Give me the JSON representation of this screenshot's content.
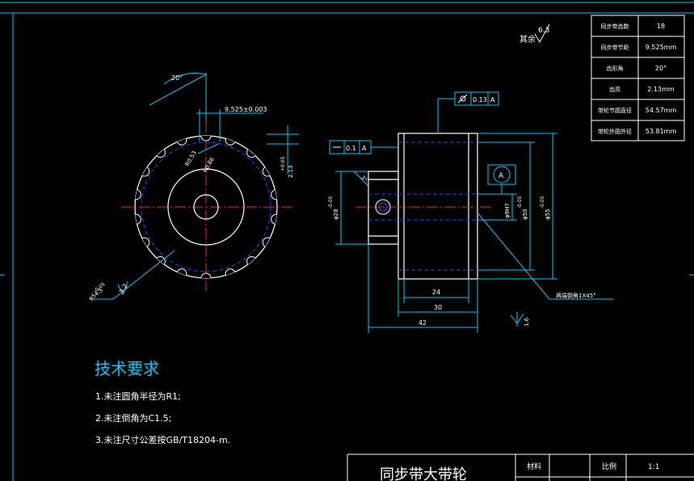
{
  "roughness_note": {
    "value": "6.3",
    "label": "其余"
  },
  "param_table": [
    {
      "name": "同步带齿数",
      "value": "18"
    },
    {
      "name": "同步带节距",
      "value": "9.525mm"
    },
    {
      "name": "齿形角",
      "value": "20°"
    },
    {
      "name": "齿高",
      "value": "2.13mm"
    },
    {
      "name": "带轮节圆直径",
      "value": "54.57mm"
    },
    {
      "name": "带轮外圆外径",
      "value": "53.81mm"
    }
  ],
  "front_view": {
    "angle_label": "20°",
    "pitch_label": "9.525±0.003",
    "tooth_height_label": "2.13",
    "tooth_height_tol": "+0.05",
    "radius_label_1": "R0.53",
    "radius_label_2": "R0.86",
    "outer_dia_label": "φ54.5",
    "outer_dia_tol": "-0.05",
    "roughness": "3.2"
  },
  "side_view": {
    "gtol_runout": {
      "tol": "0.13",
      "datum": "A"
    },
    "gtol_flat": {
      "tol": "0.1",
      "datum": "A"
    },
    "datum": "A",
    "hub_dia": "φ28",
    "hub_tol": "-0.05",
    "bore_dia": "φ9H7",
    "flange_dia": "φ50",
    "flange_tol": "-0.05",
    "outer_dia": "φ55",
    "outer_tol": "-0.05",
    "chamfer_label": "两端倒角1X45°",
    "small_label": "3°",
    "dim_24": "24",
    "dim_30": "30",
    "dim_42": "42",
    "roughness": "1.6"
  },
  "tech_requirements": {
    "title": "技术要求",
    "items": [
      "1.未注圆角半径为R1;",
      "2.未注倒角为C1.5;",
      "3.未注尺寸公差按GB/T18204-m."
    ]
  },
  "title_block": {
    "part_name": "同步带大带轮",
    "material_label": "材料",
    "scale_label": "比例",
    "scale_value": "1:1"
  },
  "colors": {
    "background": "#000000",
    "outline": "#ffffff",
    "dimension": "#00c8ff",
    "centerline": "#ff2020",
    "hidden": "#3a3aff"
  }
}
